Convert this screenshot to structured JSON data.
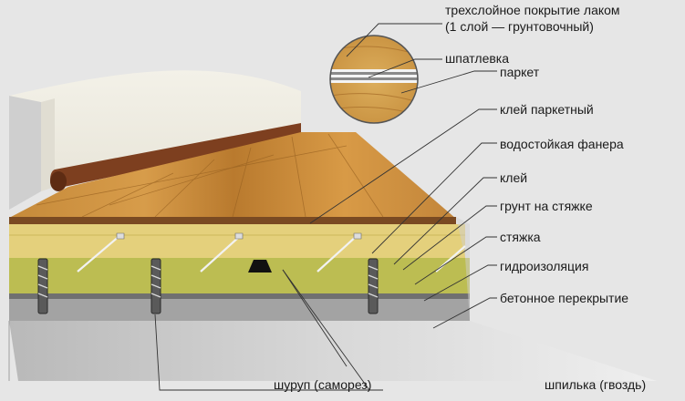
{
  "callouts": {
    "lacquer_line1": "трехслойное покрытие лаком",
    "lacquer_line2": "(1 слой — грунтовочный)",
    "putty": "шпатлевка",
    "parquet": "паркет",
    "parquet_glue": "клей паркетный",
    "plywood": "водостойкая фанера",
    "glue": "клей",
    "primer": "грунт на стяжке",
    "screed": "стяжка",
    "waterproofing": "гидроизоляция",
    "slab": "бетонное перекрытие",
    "screw": "шуруп (саморез)",
    "nail": "шпилька (гвоздь)"
  },
  "colors": {
    "background": "#e6e6e6",
    "wall": "#f1efe6",
    "baseboard": "#7a3d1f",
    "parquet": "#c98b3a",
    "plywood": "#e3cf78",
    "screed": "#b8b84e",
    "slab": "#9c9c9c",
    "leader_line": "#333333"
  }
}
